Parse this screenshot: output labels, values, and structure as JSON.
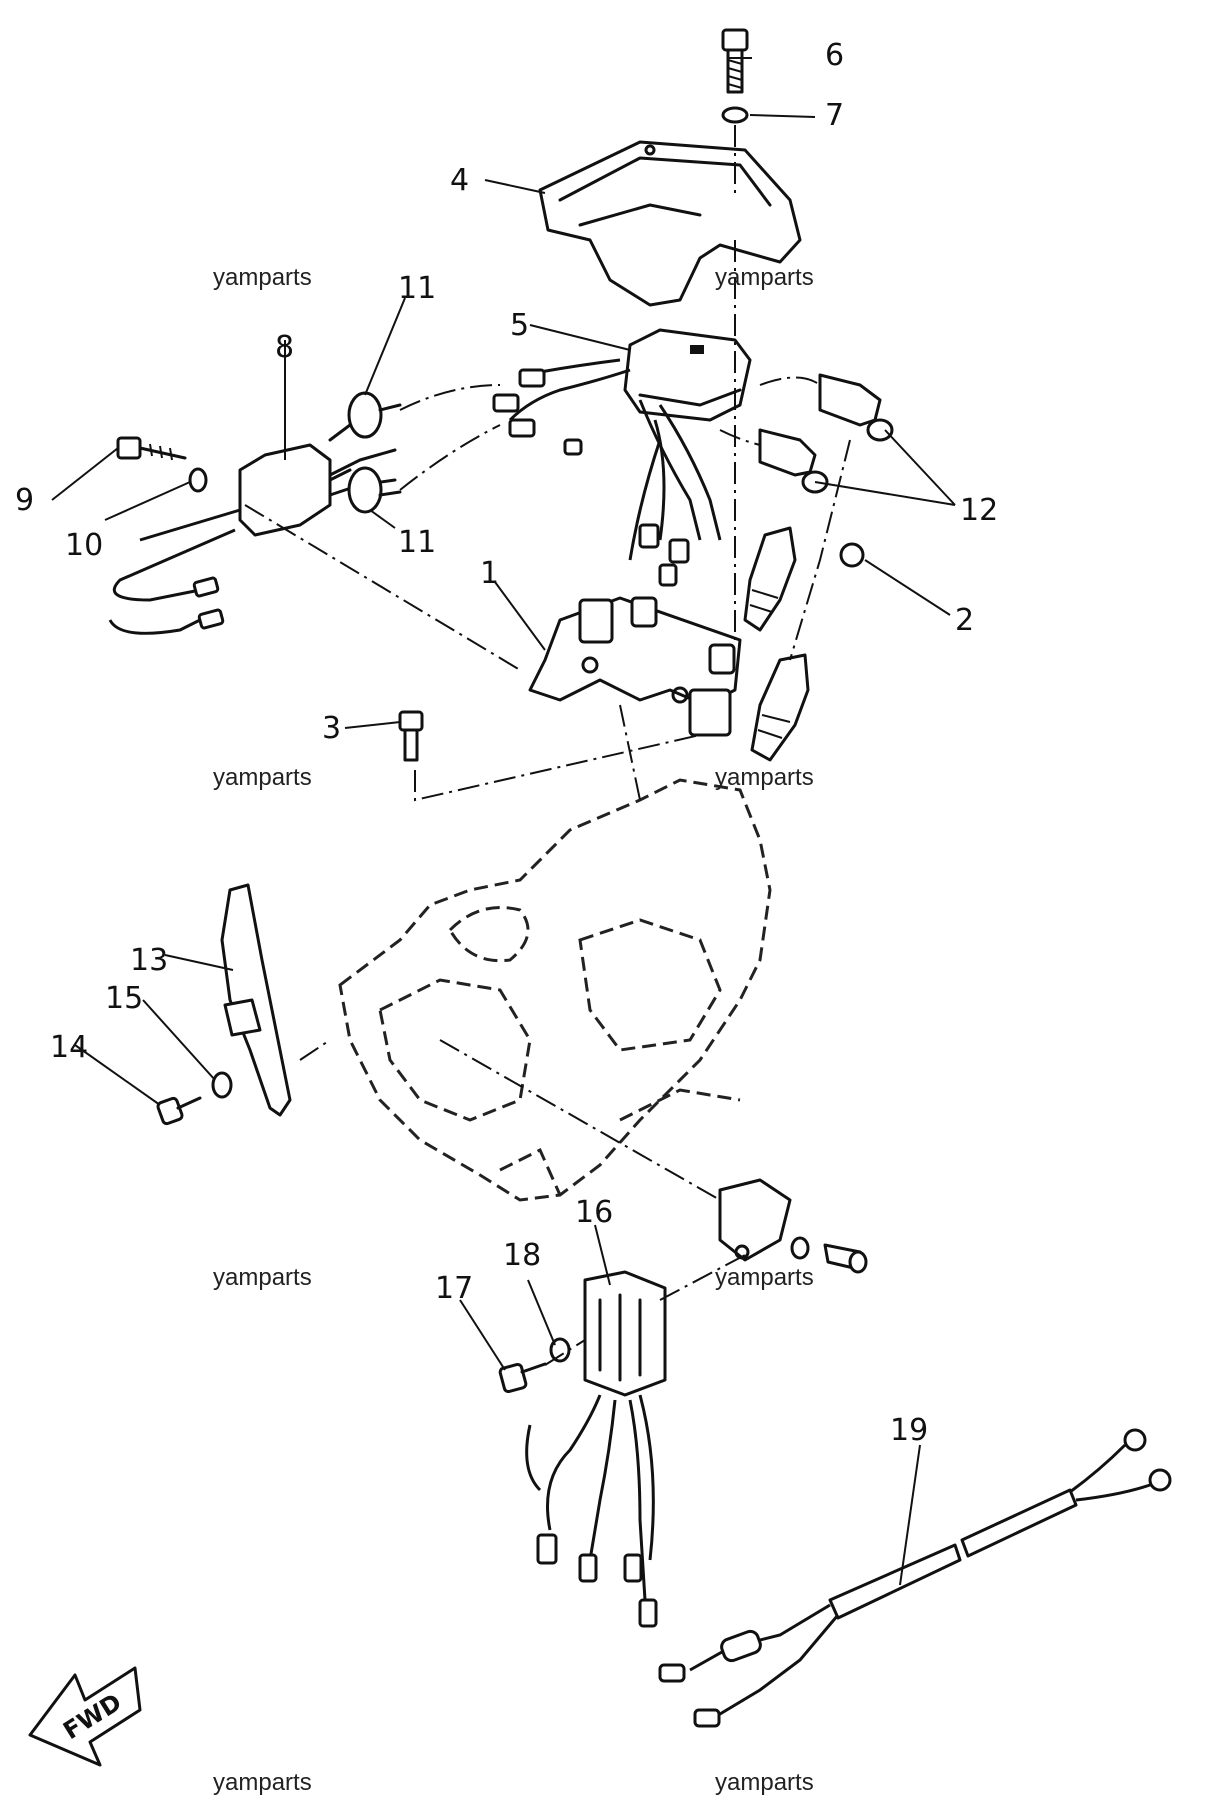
{
  "callouts": {
    "c1": "1",
    "c2": "2",
    "c3": "3",
    "c4": "4",
    "c5": "5",
    "c6": "6",
    "c7": "7",
    "c8": "8",
    "c9": "9",
    "c10": "10",
    "c11a": "11",
    "c11b": "11",
    "c12": "12",
    "c13": "13",
    "c14": "14",
    "c15": "15",
    "c16": "16",
    "c17": "17",
    "c18": "18",
    "c19": "19"
  },
  "watermarks": {
    "w1": "yamparts",
    "w2": "yamparts",
    "w3": "yamparts",
    "w4": "yamparts",
    "w5": "yamparts",
    "w6": "yamparts",
    "w7": "yamparts",
    "w8": "yamparts"
  },
  "direction_label": "FWD",
  "icons": [
    "fwd-arrow-icon"
  ]
}
